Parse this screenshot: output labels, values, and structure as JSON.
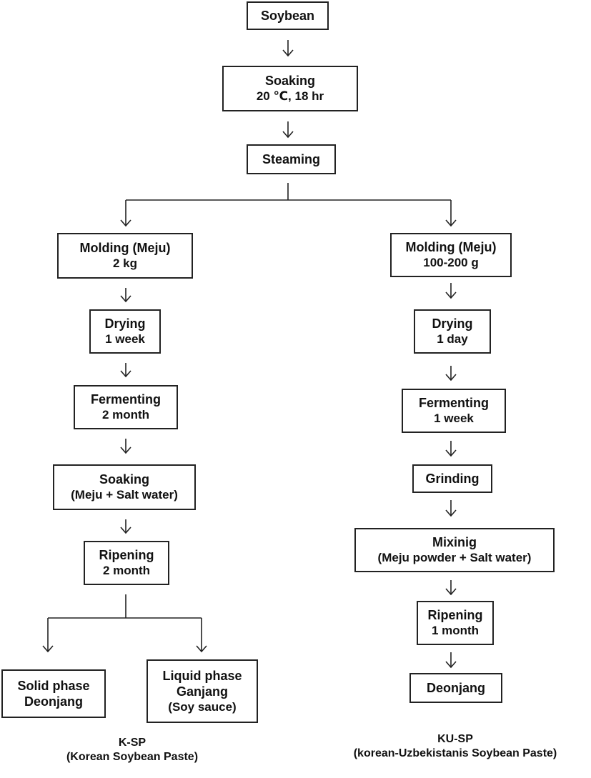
{
  "nodes": {
    "soybean": {
      "line1": "Soybean"
    },
    "soaking1": {
      "line1": "Soaking",
      "line2": "20 ℃, 18 hr"
    },
    "steaming": {
      "line1": "Steaming"
    },
    "k_molding": {
      "line1": "Molding (Meju)",
      "line2": "2 kg"
    },
    "k_drying": {
      "line1": "Drying",
      "line2": "1 week"
    },
    "k_fermenting": {
      "line1": "Fermenting",
      "line2": "2 month"
    },
    "k_soaking": {
      "line1": "Soaking",
      "line2": "(Meju + Salt water)"
    },
    "k_ripening": {
      "line1": "Ripening",
      "line2": "2 month"
    },
    "k_solid": {
      "line1": "Solid phase",
      "line2": "Deonjang"
    },
    "k_liquid": {
      "line1": "Liquid phase",
      "line2": "Ganjang",
      "line3": "(Soy sauce)"
    },
    "ku_molding": {
      "line1": "Molding (Meju)",
      "line2": "100-200 g"
    },
    "ku_drying": {
      "line1": "Drying",
      "line2": "1 day"
    },
    "ku_fermenting": {
      "line1": "Fermenting",
      "line2": "1 week"
    },
    "ku_grinding": {
      "line1": "Grinding"
    },
    "ku_mixing": {
      "line1": "Mixinig",
      "line2": "(Meju powder + Salt water)"
    },
    "ku_ripening": {
      "line1": "Ripening",
      "line2": "1 month"
    },
    "ku_deonjang": {
      "line1": "Deonjang"
    }
  },
  "captions": {
    "k_sp": {
      "line1": "K-SP",
      "line2": "(Korean Soybean Paste)"
    },
    "ku_sp": {
      "line1": "KU-SP",
      "line2": "(korean-Uzbekistanis Soybean Paste)"
    }
  },
  "colors": {
    "stroke": "#222222",
    "background": "#ffffff"
  }
}
